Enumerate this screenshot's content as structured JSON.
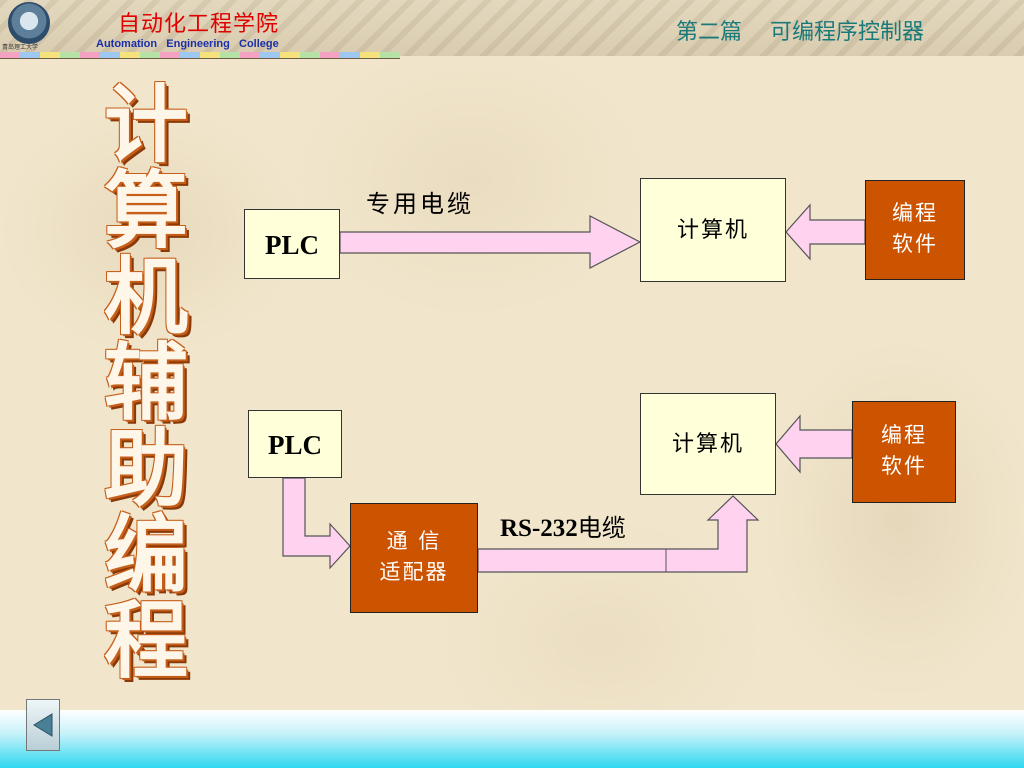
{
  "header": {
    "college_name_cn": "自动化工程学院",
    "college_name_en": "Automation   Engineering   College",
    "university_caption": "青岛理工大学",
    "chapter_title": "第二篇    可编程序控制器"
  },
  "title": {
    "vertical_text": "计算机辅助编程",
    "chars": [
      "计",
      "算",
      "机",
      "辅",
      "助",
      "编",
      "程"
    ]
  },
  "diagram_top": {
    "plc_label": "PLC",
    "cable_label": "专用电缆",
    "computer_label": "计算机",
    "software_label_line1": "编程",
    "software_label_line2": "软件"
  },
  "diagram_bottom": {
    "plc_label": "PLC",
    "adapter_label_line1": "通 信",
    "adapter_label_line2": "适配器",
    "cable_label_prefix": "RS-232",
    "cable_label_suffix": "电缆",
    "computer_label": "计算机",
    "software_label_line1": "编程",
    "software_label_line2": "软件"
  },
  "nav": {
    "back_icon": "triangle-left-icon"
  },
  "colors": {
    "arrow_fill": "#ffd2f0",
    "box_yellow": "#ffffd9",
    "box_orange": "#cc5300",
    "title_outline": "#c65f1a",
    "header_red": "#e00000",
    "header_blue": "#1a2fa8",
    "chapter_teal": "#1a7a7a"
  }
}
